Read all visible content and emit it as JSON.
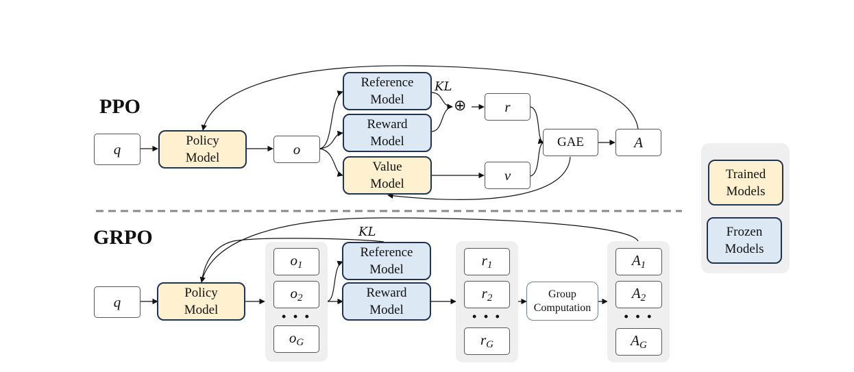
{
  "ppo": {
    "title": "PPO",
    "q": "q",
    "policy": "Policy Model",
    "policy_line1": "Policy",
    "policy_line2": "Model",
    "o": "o",
    "reference_line1": "Reference",
    "reference_line2": "Model",
    "reward_line1": "Reward",
    "reward_line2": "Model",
    "value_line1": "Value",
    "value_line2": "Model",
    "kl": "KL",
    "oplus": "⊕",
    "r": "r",
    "v": "v",
    "gae": "GAE",
    "a": "A"
  },
  "grpo": {
    "title": "GRPO",
    "q": "q",
    "policy_line1": "Policy",
    "policy_line2": "Model",
    "outputs": [
      {
        "base": "o",
        "sub": "1"
      },
      {
        "base": "o",
        "sub": "2"
      },
      {
        "base": "o",
        "sub": "G"
      }
    ],
    "reference_line1": "Reference",
    "reference_line2": "Model",
    "reward_line1": "Reward",
    "reward_line2": "Model",
    "kl": "KL",
    "rewards": [
      {
        "base": "r",
        "sub": "1"
      },
      {
        "base": "r",
        "sub": "2"
      },
      {
        "base": "r",
        "sub": "G"
      }
    ],
    "group_line1": "Group",
    "group_line2": "Computation",
    "advantages": [
      {
        "base": "A",
        "sub": "1"
      },
      {
        "base": "A",
        "sub": "2"
      },
      {
        "base": "A",
        "sub": "G"
      }
    ],
    "ellipsis": "• • •"
  },
  "legend": {
    "trained_line1": "Trained",
    "trained_line2": "Models",
    "frozen_line1": "Frozen",
    "frozen_line2": "Models"
  },
  "colors": {
    "trained": "#fff1cf",
    "frozen": "#dde8f5",
    "model_border": "#1f3350",
    "group_bg": "#efefef",
    "divider": "#888888"
  }
}
